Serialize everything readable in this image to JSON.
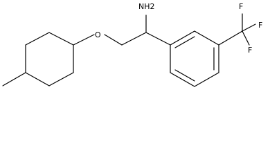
{
  "molecule": {
    "atom_labels": {
      "amine": "NH2",
      "ether_oxygen": "O",
      "fluorine_top": "F",
      "fluorine_right": "F",
      "fluorine_bottom": "F"
    },
    "bond_color": "#000000",
    "background_color": "#ffffff"
  }
}
